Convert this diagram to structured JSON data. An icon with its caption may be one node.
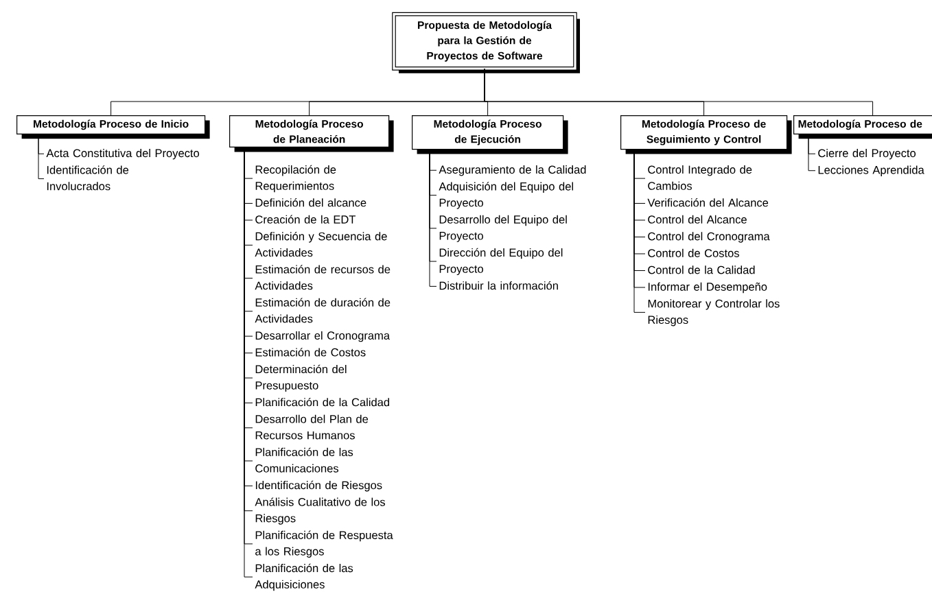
{
  "diagram": {
    "nodes": [
      {
        "text": [
          "Propuesta de Metodología para la Gestión de Proyectos de Software"
        ]
      },
      {
        "text": [
          "Metodología Proceso de Inicio"
        ]
      },
      {
        "text": [
          "Acta Constitutiva del Proyecto"
        ]
      },
      {
        "text": [
          "Identificación de Involucrados"
        ]
      },
      {
        "text": [
          "Metodología Proceso de Planeación"
        ]
      },
      {
        "text": [
          "Recopilación de Requerimientos"
        ]
      },
      {
        "text": [
          "Definición del alcance"
        ]
      },
      {
        "text": [
          "Creación de la EDT"
        ]
      },
      {
        "text": [
          "Definición y Secuencia de Actividades"
        ]
      },
      {
        "text": [
          "Estimación de recursos de Actividades"
        ]
      },
      {
        "text": [
          "Estimación de duración de Actividades"
        ]
      },
      {
        "text": [
          "Desarrollar el Cronograma"
        ]
      },
      {
        "text": [
          "Estimación de Costos"
        ]
      },
      {
        "text": [
          "Determinación del Presupuesto"
        ]
      },
      {
        "text": [
          "Planificación de la Calidad"
        ]
      },
      {
        "text": [
          "Desarrollo del Plan de Recursos Humanos"
        ]
      },
      {
        "text": [
          "Planificación de las Comunicaciones"
        ]
      },
      {
        "text": [
          "Identificación de Riesgos"
        ]
      },
      {
        "text": [
          "Análisis Cualitativo de los Riesgos"
        ]
      },
      {
        "text": [
          "Planificación de Respuesta a los Riesgos"
        ]
      },
      {
        "text": [
          "Planificación de las Adquisiciones"
        ]
      },
      {
        "text": [
          "Metodología Proceso de Ejecución"
        ]
      },
      {
        "text": [
          "Aseguramiento de la Calidad"
        ]
      },
      {
        "text": [
          "Adquisición del Equipo del Proyecto"
        ]
      },
      {
        "text": [
          "Desarrollo del Equipo del Proyecto"
        ]
      },
      {
        "text": [
          "Dirección del Equipo del Proyecto"
        ]
      },
      {
        "text": [
          "Distribuir la información"
        ]
      },
      {
        "text": [
          "Metodología Proceso de Seguimiento y Control"
        ]
      },
      {
        "text": [
          "Control Integrado de Cambios"
        ]
      },
      {
        "text": [
          "Verificación del Alcance"
        ]
      },
      {
        "text": [
          "Control del Alcance"
        ]
      },
      {
        "text": [
          "Control del Cronograma"
        ]
      },
      {
        "text": [
          "Control de Costos"
        ]
      },
      {
        "text": [
          "Control de la Calidad"
        ]
      },
      {
        "text": [
          "Informar el Desempeño"
        ]
      },
      {
        "text": [
          "Monitorear y Controlar los Riesgos"
        ]
      },
      {
        "text": [
          "Metodología Proceso de"
        ]
      },
      {
        "text": [
          "Cierre del Proyecto"
        ]
      },
      {
        "text": [
          "Lecciones Aprendida"
        ]
      }
    ],
    "edges": [
      {
        "from": 0,
        "to": 1,
        "arrow": "none"
      },
      {
        "from": 0,
        "to": 4,
        "arrow": "none"
      },
      {
        "from": 0,
        "to": 21,
        "arrow": "none"
      },
      {
        "from": 0,
        "to": 27,
        "arrow": "none"
      },
      {
        "from": 0,
        "to": 36,
        "arrow": "none"
      },
      {
        "from": 1,
        "to": 2,
        "arrow": "none"
      },
      {
        "from": 1,
        "to": 3,
        "arrow": "none"
      },
      {
        "from": 4,
        "to": 5,
        "arrow": "none"
      },
      {
        "from": 4,
        "to": 6,
        "arrow": "none"
      },
      {
        "from": 4,
        "to": 7,
        "arrow": "none"
      },
      {
        "from": 4,
        "to": 8,
        "arrow": "none"
      },
      {
        "from": 4,
        "to": 9,
        "arrow": "none"
      },
      {
        "from": 4,
        "to": 10,
        "arrow": "none"
      },
      {
        "from": 4,
        "to": 11,
        "arrow": "none"
      },
      {
        "from": 4,
        "to": 12,
        "arrow": "none"
      },
      {
        "from": 4,
        "to": 13,
        "arrow": "none"
      },
      {
        "from": 4,
        "to": 14,
        "arrow": "none"
      },
      {
        "from": 4,
        "to": 15,
        "arrow": "none"
      },
      {
        "from": 4,
        "to": 16,
        "arrow": "none"
      },
      {
        "from": 4,
        "to": 17,
        "arrow": "none"
      },
      {
        "from": 4,
        "to": 18,
        "arrow": "none"
      },
      {
        "from": 4,
        "to": 19,
        "arrow": "none"
      },
      {
        "from": 4,
        "to": 20,
        "arrow": "none"
      },
      {
        "from": 21,
        "to": 22,
        "arrow": "none"
      },
      {
        "from": 21,
        "to": 23,
        "arrow": "none"
      },
      {
        "from": 21,
        "to": 24,
        "arrow": "none"
      },
      {
        "from": 21,
        "to": 25,
        "arrow": "none"
      },
      {
        "from": 21,
        "to": 26,
        "arrow": "none"
      },
      {
        "from": 27,
        "to": 28,
        "arrow": "none"
      },
      {
        "from": 27,
        "to": 29,
        "arrow": "none"
      },
      {
        "from": 27,
        "to": 30,
        "arrow": "none"
      },
      {
        "from": 27,
        "to": 31,
        "arrow": "none"
      },
      {
        "from": 27,
        "to": 32,
        "arrow": "none"
      },
      {
        "from": 27,
        "to": 33,
        "arrow": "none"
      },
      {
        "from": 27,
        "to": 34,
        "arrow": "none"
      },
      {
        "from": 27,
        "to": 35,
        "arrow": "none"
      },
      {
        "from": 36,
        "to": 37,
        "arrow": "none"
      },
      {
        "from": 36,
        "to": 38,
        "arrow": "none"
      }
    ]
  }
}
